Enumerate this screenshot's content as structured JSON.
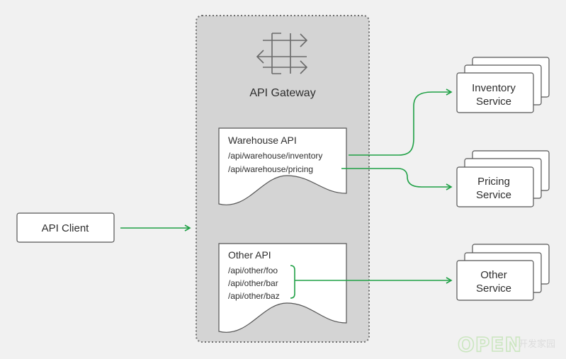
{
  "gateway": {
    "title": "API Gateway",
    "icon": "gateway-arrows-icon",
    "fill": "#d4d4d4",
    "border": "#6e6e6e"
  },
  "client": {
    "label": "API Client"
  },
  "warehouse_api": {
    "title": "Warehouse API",
    "routes": [
      "/api/warehouse/inventory",
      "/api/warehouse/pricing"
    ]
  },
  "other_api": {
    "title": "Other API",
    "routes": [
      "/api/other/foo",
      "/api/other/bar",
      "/api/other/baz"
    ]
  },
  "services": {
    "inventory": {
      "line1": "Inventory",
      "line2": "Service"
    },
    "pricing": {
      "line1": "Pricing",
      "line2": "Service"
    },
    "other": {
      "line1": "Other",
      "line2": "Service"
    }
  },
  "colors": {
    "connector": "#1fa045",
    "box_border": "#555555",
    "text": "#2e2e2e"
  },
  "watermark": {
    "brand": "OPEN",
    "suffix": "开发家园"
  }
}
